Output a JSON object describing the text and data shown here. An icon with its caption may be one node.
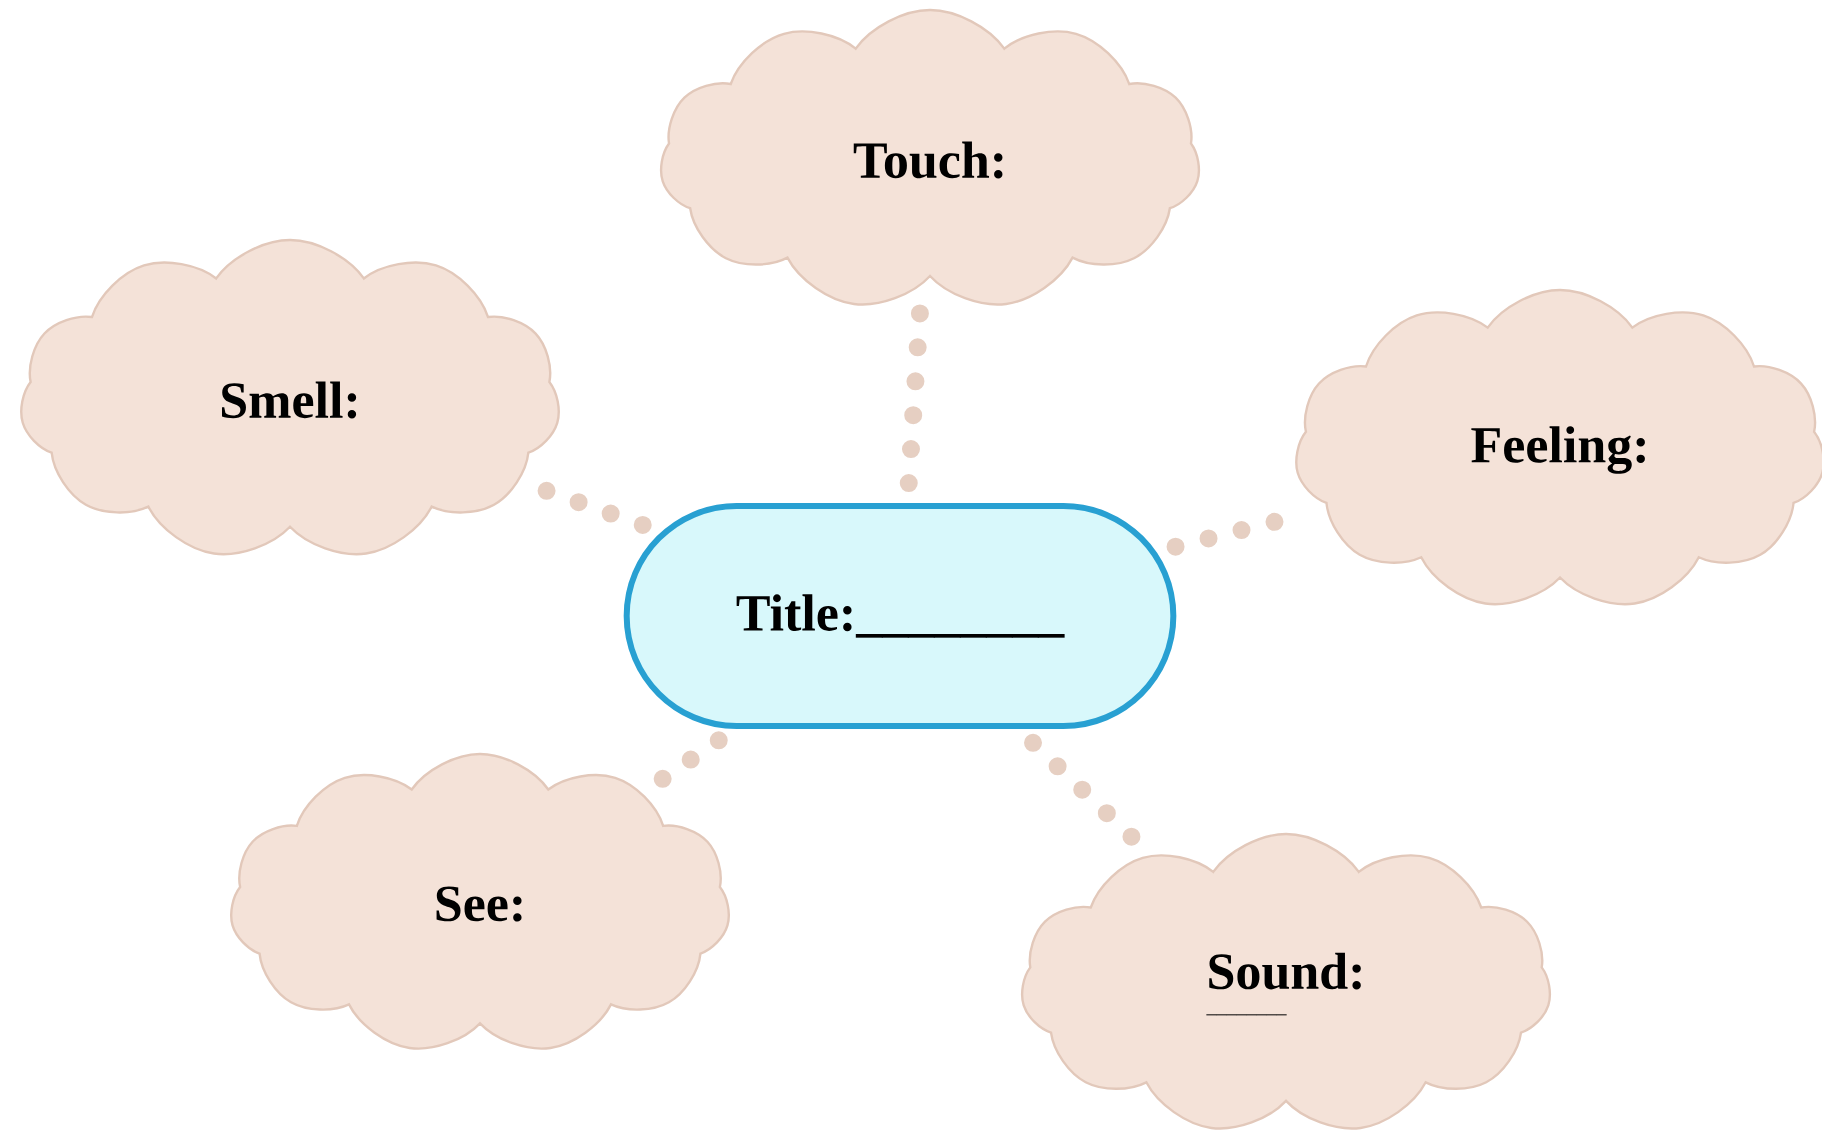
{
  "diagram": {
    "nodes": [
      {
        "text": [
          "Touch:"
        ]
      },
      {
        "text": [
          "Smell:"
        ]
      },
      {
        "text": [
          "Feeling:"
        ]
      },
      {
        "text": [
          "Title:________"
        ]
      },
      {
        "text": [
          "See:"
        ]
      },
      {
        "text": [
          "Sound:",
          "________"
        ]
      }
    ],
    "edges": [
      {
        "from": 3,
        "to": 0,
        "arrow": "none",
        "color": "#e6cfc2"
      },
      {
        "from": 3,
        "to": 1,
        "arrow": "none",
        "color": "#e6cfc2"
      },
      {
        "from": 3,
        "to": 2,
        "arrow": "none",
        "color": "#e6cfc2"
      },
      {
        "from": 3,
        "to": 4,
        "arrow": "none",
        "color": "#e6cfc2"
      },
      {
        "from": 3,
        "to": 5,
        "arrow": "none",
        "color": "#e6cfc2"
      }
    ]
  }
}
